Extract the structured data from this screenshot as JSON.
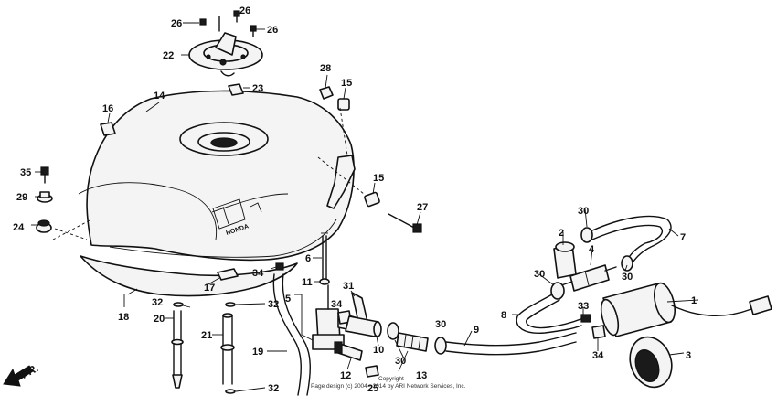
{
  "callouts": {
    "c1": "1",
    "c2": "2",
    "c3": "3",
    "c4": "4",
    "c5": "5",
    "c6": "6",
    "c7": "7",
    "c8": "8",
    "c9": "9",
    "c10": "10",
    "c11": "11",
    "c12": "12",
    "c13": "13",
    "c14": "14",
    "c15a": "15",
    "c15b": "15",
    "c16": "16",
    "c17": "17",
    "c18": "18",
    "c19": "19",
    "c20": "20",
    "c21": "21",
    "c22": "22",
    "c23": "23",
    "c24": "24",
    "c25": "25",
    "c26a": "26",
    "c26b": "26",
    "c26c": "26",
    "c27": "27",
    "c28": "28",
    "c29": "29",
    "c30a": "30",
    "c30b": "30",
    "c30c": "30",
    "c30d": "30",
    "c30e": "30",
    "c31": "31",
    "c32a": "32",
    "c32b": "32",
    "c32c": "32",
    "c33": "33",
    "c34a": "34",
    "c34b": "34",
    "c34c": "34",
    "c35": "35"
  },
  "direction_label": "FR.",
  "copyright_line1": "Copyright",
  "copyright_line2": "Page design (c) 2004 - 2014 by ARI Network Services, Inc."
}
